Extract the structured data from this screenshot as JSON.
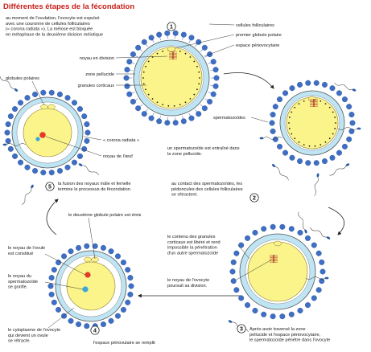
{
  "title": "Différentes étapes de la fécondation",
  "colors": {
    "title": "#c8201a",
    "follicle_cells": "#3f6fc4",
    "zona": "#bfe4f3",
    "oocyte": "#fbf48a",
    "male_nucleus": "#e23a26",
    "egg_nucleus_blue": "#39a8e0",
    "sperm": "#2b5aa8"
  },
  "steps": [
    {
      "number": "1",
      "text": [
        "au moment de l'ovulation, l'ovocyte est expulsé",
        "avec une couronne de cellules folliculaires",
        "(« corona radiata »). La méiose est bloquée",
        "en métaphase de la deuxième division méiotique"
      ]
    },
    {
      "number": "2",
      "text": [
        "au contact des spermatozoïdes, les",
        "pédoncules des cellules folliculaires",
        "se rétractent."
      ]
    },
    {
      "number": "3",
      "text": [
        "Après avoir traversé la zone",
        "pellucide et l'espace périovocytaire,",
        "le spermatozoïde pénètre dans l'ovocyte"
      ]
    },
    {
      "number": "4",
      "text": [
        "l'espace périovulaire se remplit"
      ]
    },
    {
      "number": "5",
      "text": [
        "la fusion des noyaux mâle et femelle",
        "termine le processus de fécondation"
      ]
    }
  ],
  "labels": {
    "cellules_folliculaires": "cellules folliculaires",
    "premier_globule_polaire": "premier globule polaire",
    "espace_periovocytaire": "espace périovocytaire",
    "noyau_en_division": "noyau en division",
    "zone_pellucide": "zone pellucide",
    "granules_corticaux": "granules corticaux",
    "spermatozoides": "spermatozoïdes",
    "entraine": [
      "un spermatozoïde est entraîné dans",
      "la zone pellucide."
    ],
    "globules_polaires": "globules polaires",
    "corona_radiata": "« corona radiata »",
    "noyau_oeuf": "noyau de l'œuf",
    "deuxieme_globule": "le deuxième globule polaire est émis",
    "contenu_granules": [
      "le contenu des granules",
      "corticaux est libéré et rend",
      "impossible la pénétration",
      "d'un autre spermatozoïde"
    ],
    "noyau_ovocyte": [
      "le noyau de l'ovocyte",
      "poursuit sa division."
    ],
    "noyau_ovule": [
      "le noyau de l'ovule",
      "est constitué"
    ],
    "noyau_spermatozoide": [
      "le noyau du",
      "spermatozoïde",
      "se gonfle."
    ],
    "cytoplasme": [
      "le cytoplasme de l'ovocyte",
      "qui devient un ovule",
      "se rétracte."
    ]
  }
}
